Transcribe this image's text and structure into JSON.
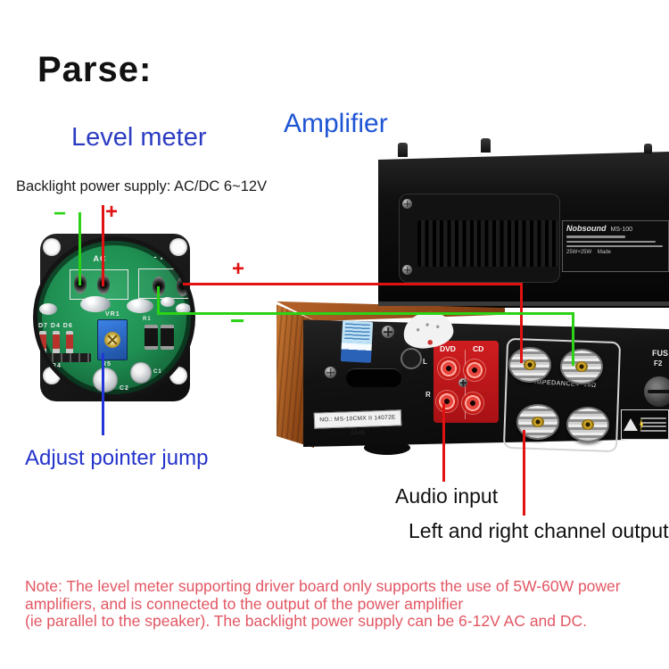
{
  "title": "Parse:",
  "sections": {
    "level_meter": "Level meter",
    "amplifier": "Amplifier"
  },
  "labels": {
    "backlight": "Backlight power supply: AC/DC 6~12V",
    "adjust": "Adjust pointer jump",
    "audio_input": "Audio input",
    "channel_output": "Left and right channel output"
  },
  "note": {
    "line1": "Note: The level meter supporting driver board only supports the use of 5W-60W power",
    "line2": "amplifiers, and is connected to the output of the power amplifier",
    "line3": "(ie parallel to the speaker). The backlight power supply can be 6-12V AC and DC."
  },
  "polarity": {
    "plus": "+",
    "minus": "−"
  },
  "meter": {
    "terminals": {
      "ac": "AC",
      "av": "- AV +"
    },
    "components": {
      "d_row": "D7 D4 D6",
      "vr1": "VR1",
      "r1": "R1",
      "r7r4": "R7  R4",
      "r5": "R5",
      "c2": "C2",
      "c1": "C1"
    }
  },
  "amp": {
    "nameplate": {
      "brand": "Nobsound",
      "model": "MS-100",
      "power": "25W+25W",
      "made": "Made"
    },
    "rear": {
      "dvd": "DVD",
      "cd": "CD",
      "l": "L",
      "r": "R",
      "impedance": "IMPEDANCE4~16Ω",
      "fuse": "FUS",
      "fuse2": "F2",
      "serial": "NO.: MS-10CMX II 14072E 0145"
    }
  },
  "colors": {
    "wire_red": "#e01212",
    "wire_green": "#2bd215",
    "wire_blue": "#2336d6",
    "accent_blue": "#2b3cc2",
    "note_red": "#e25663",
    "pcb_green": "#1f8f52",
    "rca_red": "#c4171c"
  }
}
